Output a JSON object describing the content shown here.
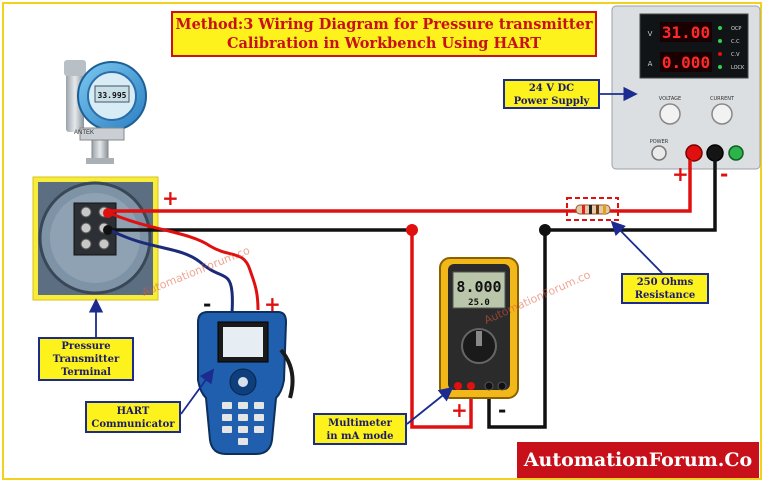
{
  "title": {
    "line1": "Method:3 Wiring Diagram for Pressure transmitter",
    "line2": "Calibration in Workbench Using HART"
  },
  "labels": {
    "psu": [
      "24 V DC",
      "Power Supply"
    ],
    "pt_terminal": [
      "Pressure",
      "Transmitter",
      "Terminal"
    ],
    "hart": [
      "HART",
      "Communicator"
    ],
    "multimeter": [
      "Multimeter",
      "in mA mode"
    ],
    "resistor": [
      "250 Ohms",
      "Resistance"
    ]
  },
  "brand": "AutomationForum.Co",
  "watermark": "AutomationForum.co",
  "polarity": {
    "plus": "+",
    "minus": "-"
  },
  "power_supply": {
    "voltage_display": "31.00",
    "current_display": "0.000",
    "voltage_unit": "V",
    "current_unit": "A",
    "voltage_knob": "VOLTAGE",
    "current_knob": "CURRENT",
    "power_label": "POWER",
    "indicators": [
      "OCP",
      "C.C",
      "C.V",
      "LOCK"
    ]
  },
  "transmitter": {
    "display": "33.995",
    "brand": "ANTEK"
  },
  "multimeter": {
    "display_main": "8.000",
    "display_sub": "25.0"
  },
  "colors": {
    "wire_positive": "#e01010",
    "wire_negative": "#111111",
    "label_fill": "#fdf21c",
    "label_border": "#1b2b8f",
    "title_text": "#c8101a",
    "brand_fill": "#c8101a",
    "hart_body": "#1f5fae",
    "multimeter_body": "#f2b81a",
    "transmitter_body": "#3d9fd9"
  }
}
